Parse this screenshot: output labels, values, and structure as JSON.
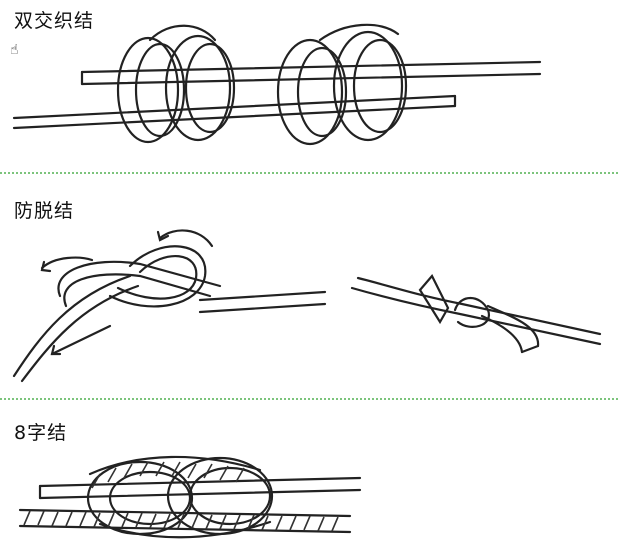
{
  "sections": [
    {
      "title": "双交织结",
      "icon": "double-crossed-knot-illustration"
    },
    {
      "title": "防脱结",
      "icon": "anti-slip-knot-illustration"
    },
    {
      "title": "8字结",
      "icon": "figure-eight-knot-illustration"
    }
  ],
  "cursor_icon": "hand-pointer-icon",
  "colors": {
    "divider": "#7cc47c",
    "ink": "#222222",
    "background": "#ffffff"
  }
}
